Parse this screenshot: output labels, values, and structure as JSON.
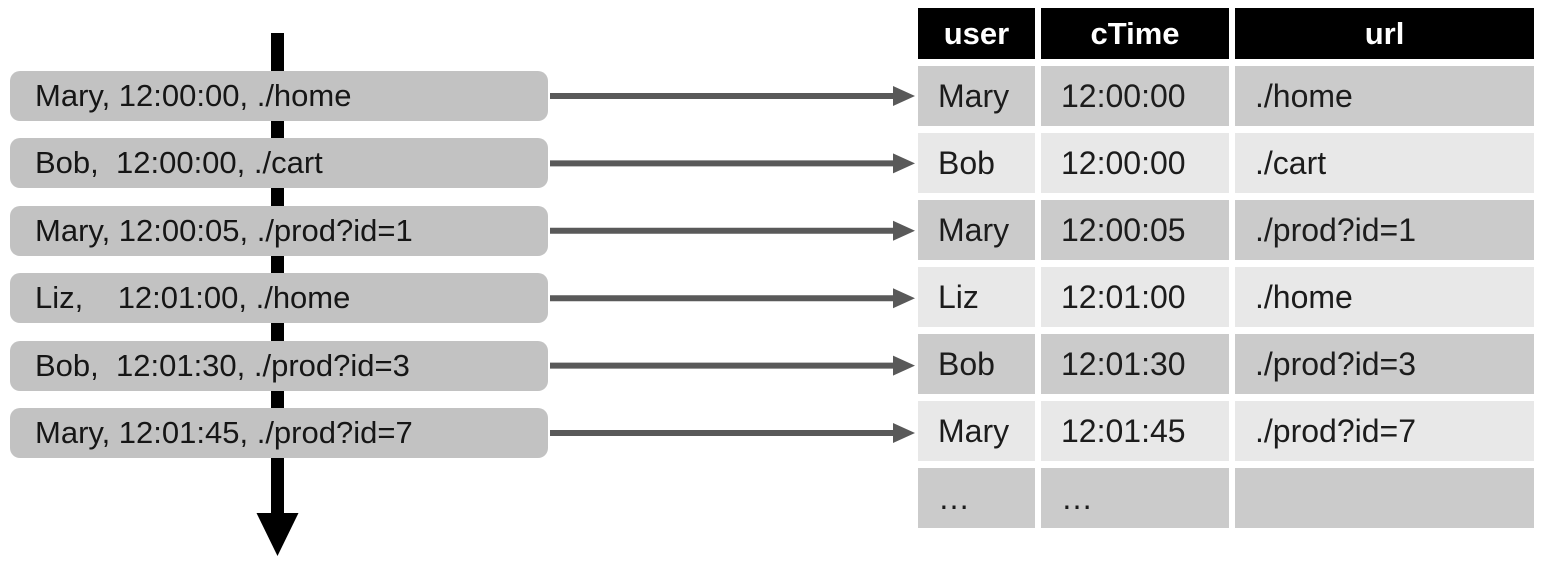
{
  "timeline": {
    "events": [
      {
        "label": "Mary, 12:00:00, ./home"
      },
      {
        "label": "Bob,  12:00:00, ./cart"
      },
      {
        "label": "Mary, 12:00:05, ./prod?id=1"
      },
      {
        "label": "Liz,    12:01:00, ./home"
      },
      {
        "label": "Bob,  12:01:30, ./prod?id=3"
      },
      {
        "label": "Mary, 12:01:45, ./prod?id=7"
      }
    ]
  },
  "table": {
    "headers": [
      "user",
      "cTime",
      "url"
    ],
    "rows": [
      [
        "Mary",
        "12:00:00",
        "./home"
      ],
      [
        "Bob",
        "12:00:00",
        "./cart"
      ],
      [
        "Mary",
        "12:00:05",
        "./prod?id=1"
      ],
      [
        "Liz",
        "12:01:00",
        "./home"
      ],
      [
        "Bob",
        "12:01:30",
        "./prod?id=3"
      ],
      [
        "Mary",
        "12:01:45",
        "./prod?id=7"
      ],
      [
        "…",
        "…",
        ""
      ]
    ]
  },
  "colors": {
    "box_fill": "#c2c2c2",
    "row_dark": "#cbcbcb",
    "row_light": "#e8e8e8",
    "header_bg": "#000000",
    "header_text": "#ffffff",
    "arrow_color": "#595959",
    "timeline_color": "#000000"
  }
}
